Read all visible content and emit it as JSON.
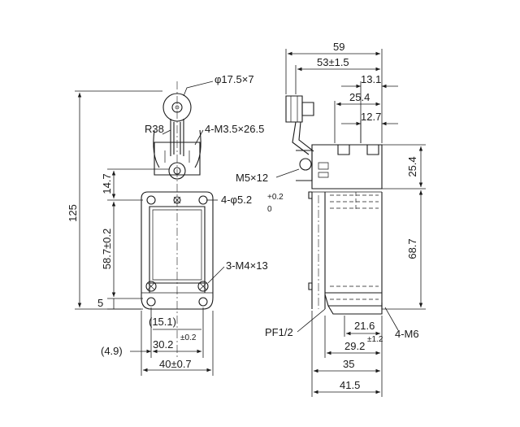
{
  "colors": {
    "line": "#1a1a1a",
    "background": "#ffffff"
  },
  "front_view": {
    "roller": "φ17.5×7",
    "radius": "R38",
    "lever_screw": "4-M3.5×26.5",
    "mount_hole": "4-φ5.2",
    "mount_hole_tol_upper": "+0.2",
    "mount_hole_tol_lower": "0",
    "terminal_screw": "3-M4×13",
    "height_total": "125",
    "height_top": "14.7",
    "hole_pitch_v": "58.7±0.2",
    "bottom_offset": "5",
    "inner_width": "(15.1)",
    "hole_pitch_h": "30.2",
    "hole_pitch_h_tol": "±0.2",
    "left_offset": "(4.9)",
    "width_total": "40±0.7"
  },
  "side_view": {
    "width_total": "59",
    "roller_offset": "53±1.5",
    "dim_13_1": "13.1",
    "dim_25_4_top": "25.4",
    "dim_12_7": "12.7",
    "side_screw": "M5×12",
    "height_head": "25.4",
    "height_body": "68.7",
    "conduit": "PF1/2",
    "bottom_screw": "4-M6",
    "dim_21_6": "21.6",
    "dim_29_2": "29.2",
    "dim_29_2_tol": "±1.2",
    "dim_35": "35",
    "dim_41_5": "41.5"
  }
}
